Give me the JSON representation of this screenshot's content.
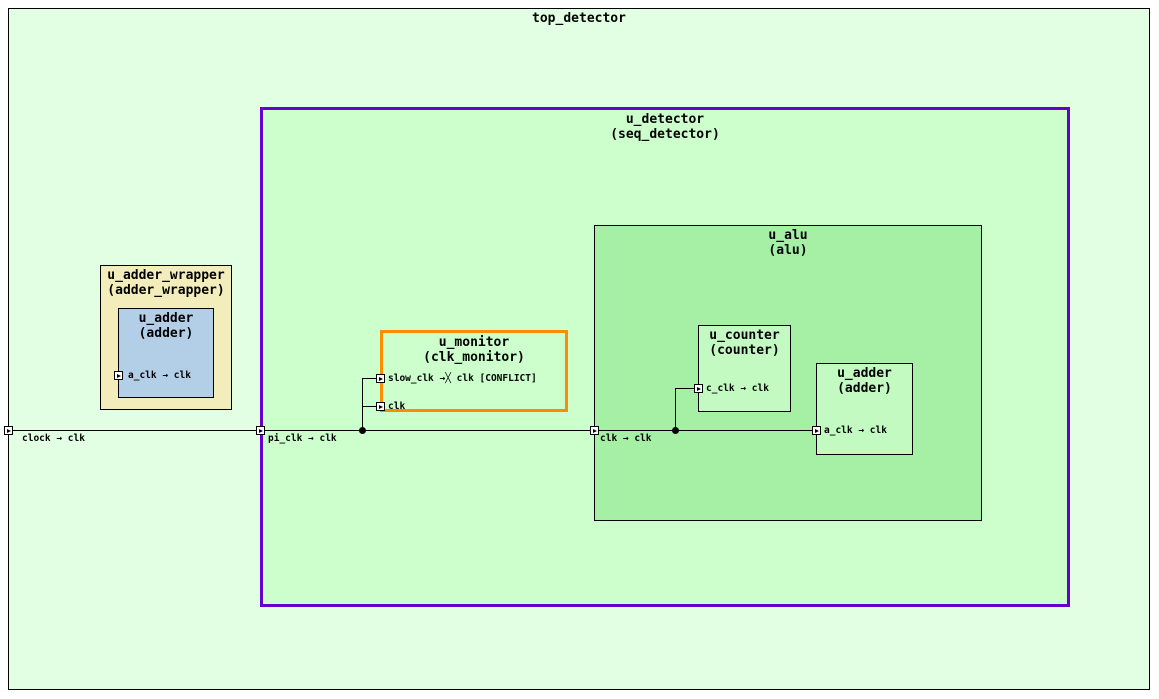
{
  "colors": {
    "canvas_bg": "#ffffff",
    "top_fill": "#e3ffe3",
    "wrapper_fill": "#f2edbb",
    "wrapper_adder_fill": "#b3cfe8",
    "detector_fill": "#ccffcc",
    "detector_border": "#6600cc",
    "monitor_fill": "#ccffcc",
    "monitor_border": "#ff8c00",
    "alu_fill": "#a6f0a6",
    "counter_fill": "#c2fac2",
    "wire_color": "#000000"
  },
  "top": {
    "name": "top_detector"
  },
  "adder_wrapper": {
    "instance": "u_adder_wrapper",
    "type": "(adder_wrapper)",
    "adder": {
      "instance": "u_adder",
      "type": "(adder)",
      "port_a_clk": "a_clk → clk"
    }
  },
  "detector": {
    "instance": "u_detector",
    "type": "(seq_detector)",
    "input_label": "pi_clk → clk",
    "monitor": {
      "instance": "u_monitor",
      "type": "(clk_monitor)",
      "port_slow_clk": "slow_clk →╳ clk [CONFLICT]",
      "port_clk": "clk"
    },
    "alu": {
      "instance": "u_alu",
      "type": "(alu)",
      "input_label": "clk → clk",
      "counter": {
        "instance": "u_counter",
        "type": "(counter)",
        "port_c_clk": "c_clk → clk"
      },
      "adder": {
        "instance": "u_adder",
        "type": "(adder)",
        "port_a_clk": "a_clk → clk"
      }
    }
  },
  "wires": {
    "clock_label": "clock → clk"
  }
}
